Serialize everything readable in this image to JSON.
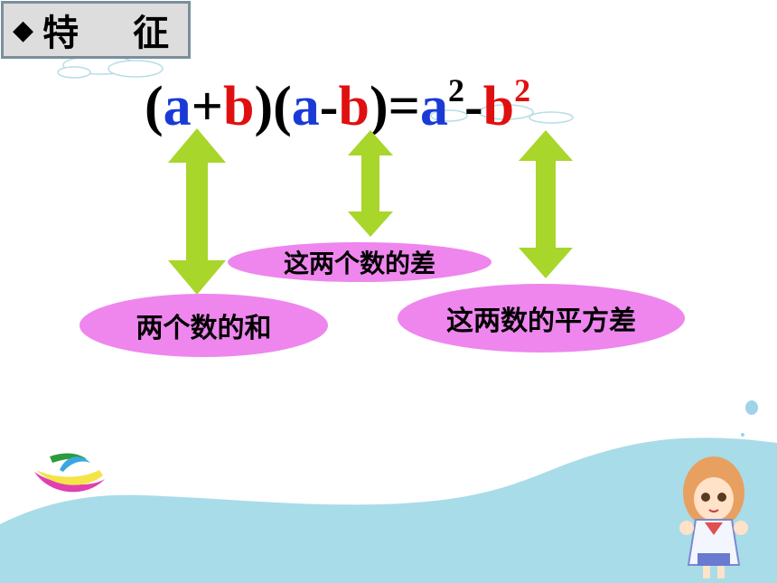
{
  "heading": {
    "bullet_icon": "diamond-icon",
    "title": "特　征"
  },
  "formula": {
    "open1": "(",
    "a1": "a",
    "plus": "+",
    "b1": "b",
    "close1": ")",
    "open2": "(",
    "a2": "a",
    "minus1": "-",
    "b2": "b",
    "close2": ")",
    "equals": "=",
    "a3": "a",
    "exp1": "2",
    "minus2": "-",
    "b3": "b",
    "exp2": "2"
  },
  "labels": {
    "sum": "两个数的和",
    "difference": "这两个数的差",
    "square_difference": "这两数的平方差"
  },
  "colors": {
    "a_color": "#1a3ad6",
    "b_color": "#e01010",
    "arrow_color": "#a8d62a",
    "label_color": "#ee86ee",
    "wave_color": "#a8dce8"
  }
}
